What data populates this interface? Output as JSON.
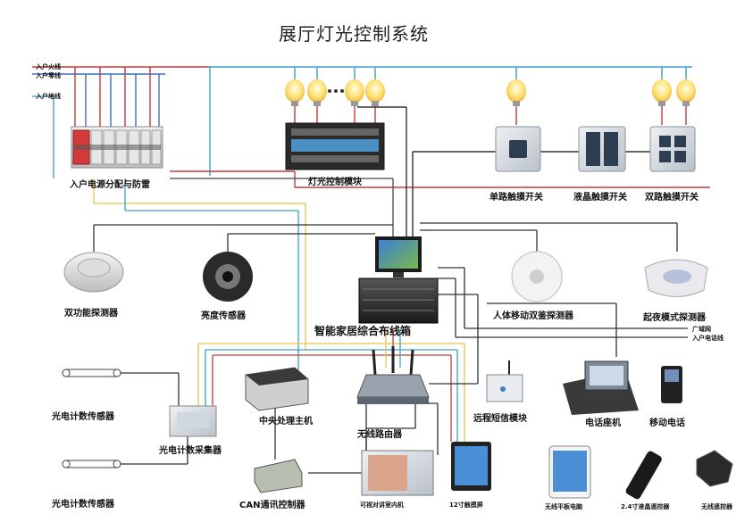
{
  "title": "展厅灯光控制系统",
  "power_inputs": [
    "入户火线",
    "入户零线",
    "入户地线"
  ],
  "labels": {
    "power_box": "入户电源分配与防雷",
    "light_module": "灯光控制模块",
    "switch_single": "单路触摸开关",
    "switch_lcd": "液晶触摸开关",
    "switch_double": "双路触摸开关",
    "hub": "智能家居综合布线箱",
    "smoke": "双功能探测器",
    "brightness": "亮度传感器",
    "human": "人体移动双鉴探测器",
    "night": "起夜模式探测器",
    "broadband": "广域网",
    "phone_line": "入户电话线",
    "photo_sensor_1": "光电计数传感器",
    "photo_sensor_2": "光电计数传感器",
    "collector": "光电计数采集器",
    "cpu": "中央处理主机",
    "router": "无线路由器",
    "can": "CAN通讯控制器",
    "sms": "远程短信模块",
    "tel": "电话座机",
    "mobile": "移动电话",
    "intercom": "可视对讲室内机",
    "touch12": "12寸触摸屏",
    "ipad": "无线平板电脑",
    "remote1": "2.4寸液晶遥控器",
    "remote2": "无线遥控器"
  }
}
